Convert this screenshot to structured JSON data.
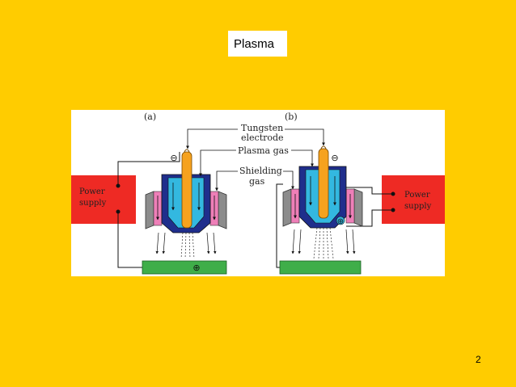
{
  "slide": {
    "title": "Plasma",
    "page_number": "2"
  },
  "diagram": {
    "panel_a_label": "(a)",
    "panel_b_label": "(b)",
    "label_tungsten": "Tungsten",
    "label_electrode": "electrode",
    "label_plasma_gas": "Plasma  gas",
    "label_shielding": "Shielding",
    "label_gas": "gas",
    "power_supply_line1": "Power",
    "power_supply_line2": "supply",
    "minus_symbol": "⊖",
    "plus_symbol": "⊕",
    "colors": {
      "power_supply": "#EE2A24",
      "outer_nozzle": "#1F2E8C",
      "plasma_gas": "#33B8E0",
      "electrode": "#F6A21E",
      "shield_cup": "#8C8C8C",
      "shield_gas": "#EE7FB8",
      "workpiece": "#3FAE49"
    }
  }
}
